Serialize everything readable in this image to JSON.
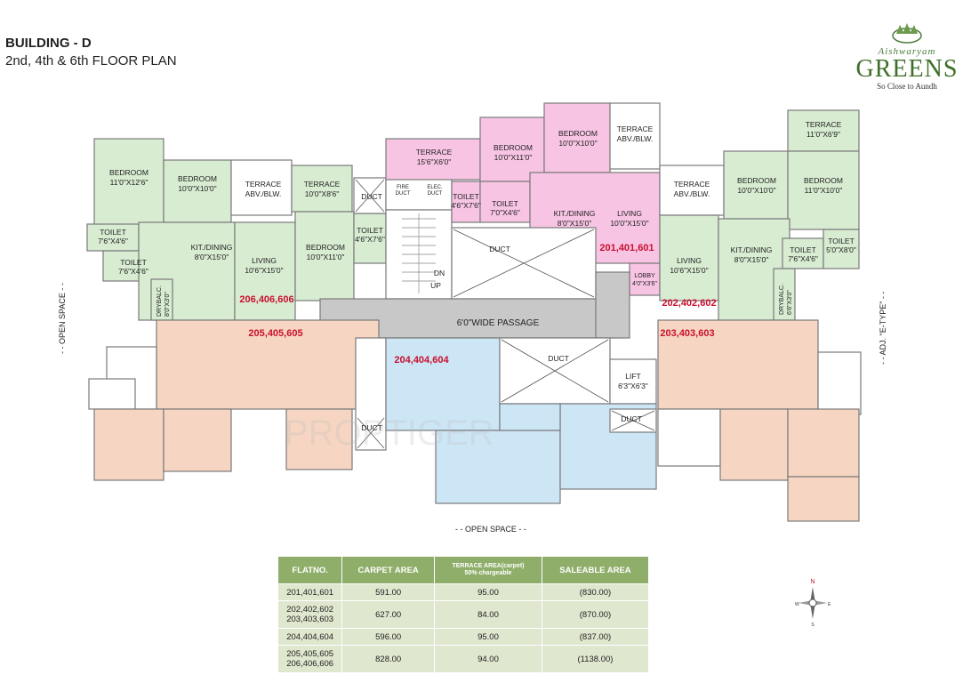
{
  "header": {
    "building": "BUILDING - D",
    "floors": "2nd, 4th & 6th FLOOR PLAN"
  },
  "logo": {
    "tagline": "Aishwaryam",
    "name": "GREENS",
    "sub": "So Close to Aundh"
  },
  "rooms": {
    "bedroom_a": [
      "BEDROOM",
      "11'0\"X12'6\""
    ],
    "bedroom_b": [
      "BEDROOM",
      "10'0\"X10'0\""
    ],
    "terrace_left_abv": [
      "TERRACE",
      "ABV./BLW."
    ],
    "terrace_left_small": [
      "TERRACE",
      "10'0\"X8'6\""
    ],
    "duct_left": "DUCT",
    "fire_duct": [
      "FIRE",
      "DUCT"
    ],
    "elec_duct": [
      "ELEC.",
      "DUCT"
    ],
    "toilet_l1": [
      "TOILET",
      "7'6\"X4'6\""
    ],
    "toilet_l2": [
      "TOILET",
      "7'6\"X4'6\""
    ],
    "kit_dining_l": [
      "KIT./DINING",
      "8'0\"X15'0\""
    ],
    "living_l": [
      "LIVING",
      "10'6\"X15'0\""
    ],
    "toilet_l3": [
      "TOILET",
      "4'6\"X7'6\""
    ],
    "bedroom_l3": [
      "BEDROOM",
      "10'0\"X11'0\""
    ],
    "drybalc_l": [
      "DRYBALC.",
      "8'0\"X3'0\""
    ],
    "terrace_pink": [
      "TERRACE",
      "15'6\"X6'0\""
    ],
    "bedroom_pink1": [
      "BEDROOM",
      "10'0\"X11'0\""
    ],
    "bedroom_pink2": [
      "BEDROOM",
      "10'0\"X10'0\""
    ],
    "terrace_top_abv": [
      "TERRACE",
      "ABV./BLW."
    ],
    "toilet_pink1": [
      "TOILET",
      "4'6\"X7'6\""
    ],
    "toilet_pink2": [
      "TOILET",
      "7'0\"X4'6\""
    ],
    "kit_dining_pink": [
      "KIT./DINING",
      "8'0\"X15'0\""
    ],
    "living_pink": [
      "LIVING",
      "10'0\"X15'0\""
    ],
    "lobby": [
      "LOBBY",
      "4'0\"X3'6\""
    ],
    "duct_center": "DUCT",
    "dn": "DN",
    "up": "UP",
    "passage": "6'0\"WIDE PASSAGE",
    "duct_blue": "DUCT",
    "lift": [
      "LIFT",
      "6'3\"X6'3\""
    ],
    "duct_right_low": "DUCT",
    "duct_left_low": "DUCT",
    "terrace_right_abv": [
      "TERRACE",
      "ABV./BLW."
    ],
    "bedroom_r1": [
      "BEDROOM",
      "10'0\"X10'0\""
    ],
    "bedroom_r2": [
      "BEDROOM",
      "11'0\"X10'0\""
    ],
    "terrace_r_top": [
      "TERRACE",
      "11'0\"X6'9\""
    ],
    "living_r": [
      "LIVING",
      "10'6\"X15'0\""
    ],
    "kit_dining_r": [
      "KIT./DINING",
      "8'0\"X15'0\""
    ],
    "toilet_r1": [
      "TOILET",
      "7'6\"X4'6\""
    ],
    "toilet_r2": [
      "TOILET",
      "5'0\"X8'0\""
    ],
    "drybalc_r": [
      "DRYBALC.",
      "6'6\"X3'0\""
    ]
  },
  "flats": {
    "f201": "201,401,601",
    "f202": "202,402,602",
    "f203": "203,403,603",
    "f204": "204,404,604",
    "f205": "205,405,605",
    "f206": "206,406,606"
  },
  "edges": {
    "left": "- - OPEN SPACE - -",
    "right": "- - ADJ. \"E-TYPE\" - -",
    "bottom": "- - OPEN SPACE - -"
  },
  "watermark": "PROPTIGER",
  "table": {
    "headers": [
      "FLATNO.",
      "CARPET AREA",
      "TERRACE AREA(carpet)",
      "50% chargeable",
      "SALEABLE AREA"
    ],
    "rows": [
      {
        "flat": [
          "201,401,601"
        ],
        "carpet": "591.00",
        "terrace": "95.00",
        "saleable": "(830.00)"
      },
      {
        "flat": [
          "202,402,602",
          "203,403,603"
        ],
        "carpet": "627.00",
        "terrace": "84.00",
        "saleable": "(870.00)"
      },
      {
        "flat": [
          "204,404,604"
        ],
        "carpet": "596.00",
        "terrace": "95.00",
        "saleable": "(837.00)"
      },
      {
        "flat": [
          "205,405,605",
          "206,406,606"
        ],
        "carpet": "828.00",
        "terrace": "94.00",
        "saleable": "(1138.00)"
      }
    ]
  },
  "compass": {
    "n": "N",
    "s": "S",
    "e": "E",
    "w": "W"
  },
  "colors": {
    "green": "#d8ecd2",
    "pink": "#f7c4e3",
    "peach": "#f6d6c2",
    "blue": "#cde6f6",
    "passage": "#c8c8c8",
    "flat_label": "#c8102e",
    "table_header": "#8fae6a",
    "table_cell": "#dfe7cf"
  }
}
